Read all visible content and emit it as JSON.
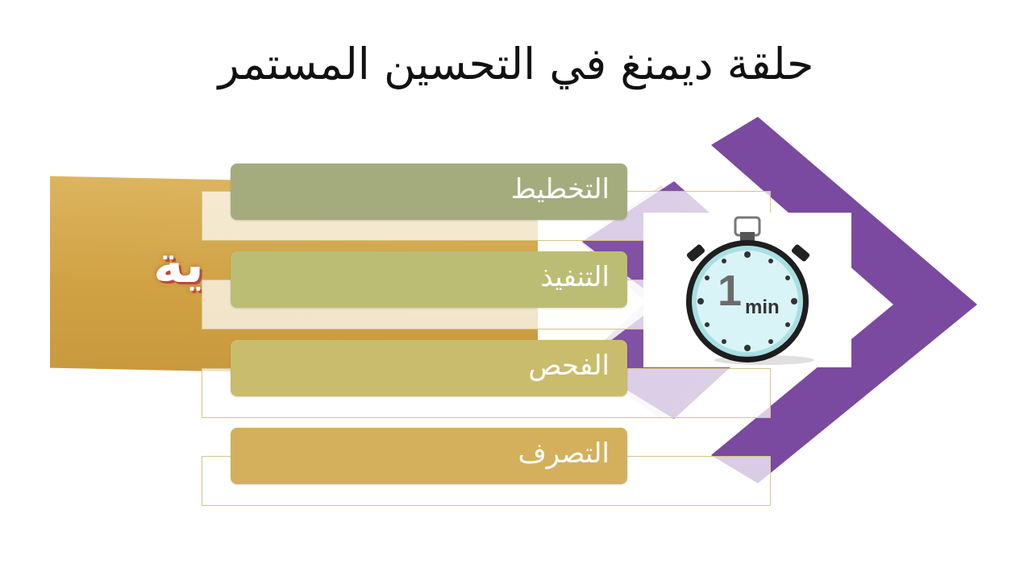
{
  "slide": {
    "title": "حلقة ديمنغ في التحسين المستمر",
    "background_label": "ية",
    "steps": [
      {
        "label": "التخطيط",
        "color": "#a4ac7e"
      },
      {
        "label": "التنفيذ",
        "color": "#bcbd74"
      },
      {
        "label": "الفحص",
        "color": "#c9bc6c"
      },
      {
        "label": "التصرف",
        "color": "#d4b05c"
      }
    ],
    "timer": {
      "number": "1",
      "unit": "min"
    }
  },
  "colors": {
    "purple": "#7a49a0",
    "gold": "#d0a244",
    "outline": "#d6c58c"
  },
  "icons": {
    "timer": "stopwatch-icon",
    "arrow": "chevron-right-icon"
  }
}
